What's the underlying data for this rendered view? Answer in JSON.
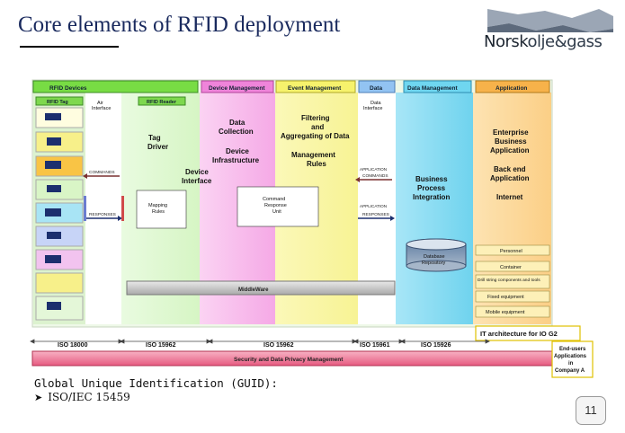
{
  "title": "Core elements of RFID deployment",
  "logo": {
    "part1": "Norsk",
    "part2": "olje&gass"
  },
  "diagram": {
    "headers": {
      "rfid_devices": "RFID Devices",
      "device_management": "Device Management",
      "event_management": "Event Management",
      "data": "Data",
      "data_management": "Data Management",
      "application": "Application"
    },
    "sub_headers": {
      "rfid_tag": "RFID Tag",
      "rfid_reader": "RFID Reader"
    },
    "labels": {
      "air_interface": [
        "Air",
        "Interface"
      ],
      "tag_driver": [
        "Tag",
        "Driver"
      ],
      "device_interface": [
        "Device",
        "Interface"
      ],
      "data_collection": [
        "Data",
        "Collection"
      ],
      "device_infrastructure": [
        "Device",
        "Infrastructure"
      ],
      "filtering": [
        "Filtering",
        "and",
        "Aggregating of Data"
      ],
      "management_rules": [
        "Management",
        "Rules"
      ],
      "data_interface": [
        "Data",
        "Interface"
      ],
      "business_process": [
        "Business",
        "Process",
        "Integration"
      ],
      "enterprise_app": [
        "Enterprise",
        "Business",
        "Application"
      ],
      "back_end": [
        "Back end",
        "Application"
      ],
      "internet": "Internet",
      "mapping_rules": [
        "Mapping",
        "Rules"
      ],
      "command_response": [
        "Command",
        "Response",
        "Unit"
      ],
      "database": [
        "Database",
        "Repository"
      ],
      "middleware": "MiddleWare"
    },
    "arrow_labels": {
      "commands": "COMMANDS",
      "responses": "RESPONSES",
      "application": "APPLICATION"
    },
    "right_list": [
      "Personnel",
      "Container",
      "Drill string components and tools",
      "Fixed equipment",
      "Mobile equipment"
    ],
    "it_architecture": "IT architecture for IO G2",
    "iso_standards": [
      "ISO 18000",
      "ISO 15962",
      "ISO 15962",
      "ISO 15961",
      "ISO 15926"
    ],
    "security_bar": "Security and Data Privacy Management",
    "end_users": [
      "End-users",
      "Applications",
      "in",
      "Company A"
    ]
  },
  "guid": "Global Unique Identification (GUID):",
  "iso_item": "ISO/IEC 15459",
  "page_number": "11",
  "colors": {
    "header_green": "#7ee04a",
    "device_mgmt_pink": "#ee7fd8",
    "event_mgmt_yellow": "#f4f06e",
    "data_blue": "#92c3f2",
    "data_mgmt_cyan": "#6fd6f0",
    "application_orange": "#f7b24a",
    "title_navy": "#1a2a5e"
  }
}
